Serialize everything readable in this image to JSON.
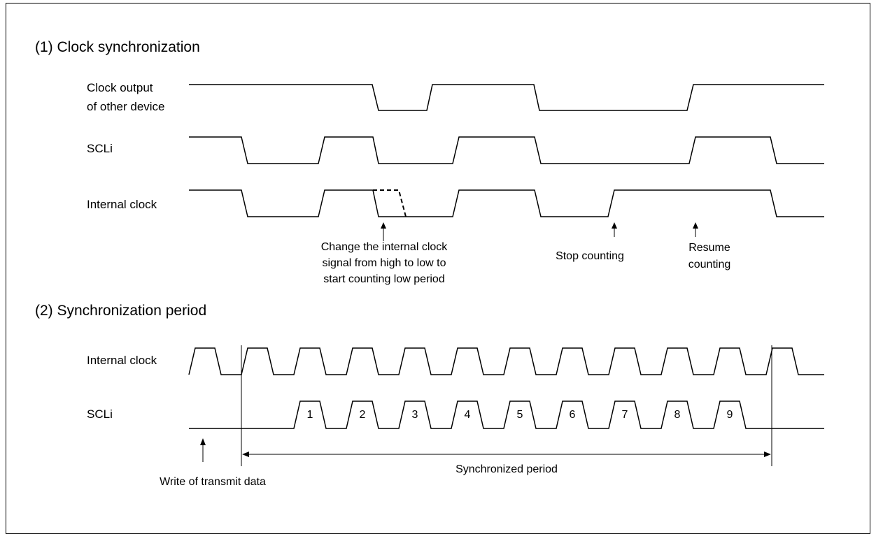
{
  "section1": {
    "heading": "(1) Clock synchronization",
    "signal_labels": {
      "other_clock_line1": "Clock output",
      "other_clock_line2": "of other device",
      "scl": "SCLi",
      "internal_clock": "Internal clock"
    },
    "annotations": {
      "change_line1": "Change the internal clock",
      "change_line2": "signal from high to low to",
      "change_line3": "start counting low period",
      "stop": "Stop counting",
      "resume_line1": "Resume",
      "resume_line2": "counting"
    }
  },
  "section2": {
    "heading": "(2) Synchronization period",
    "signal_labels": {
      "internal_clock": "Internal clock",
      "scl": "SCLi"
    },
    "bit_numbers": [
      "1",
      "2",
      "3",
      "4",
      "5",
      "6",
      "7",
      "8",
      "9"
    ],
    "annotations": {
      "write": "Write of transmit data",
      "period": "Synchronized period"
    }
  }
}
